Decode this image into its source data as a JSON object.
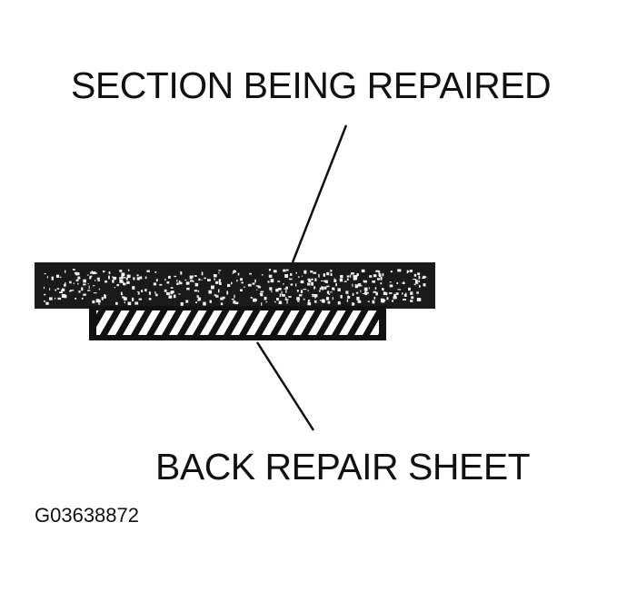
{
  "diagram": {
    "top_label": "SECTION BEING REPAIRED",
    "bottom_label": "BACK REPAIR SHEET",
    "figure_id": "G03638872"
  },
  "colors": {
    "ink": "#111111",
    "background": "#ffffff",
    "section_fill": "#1a1a1a",
    "speckle": "#f2f2f2"
  }
}
